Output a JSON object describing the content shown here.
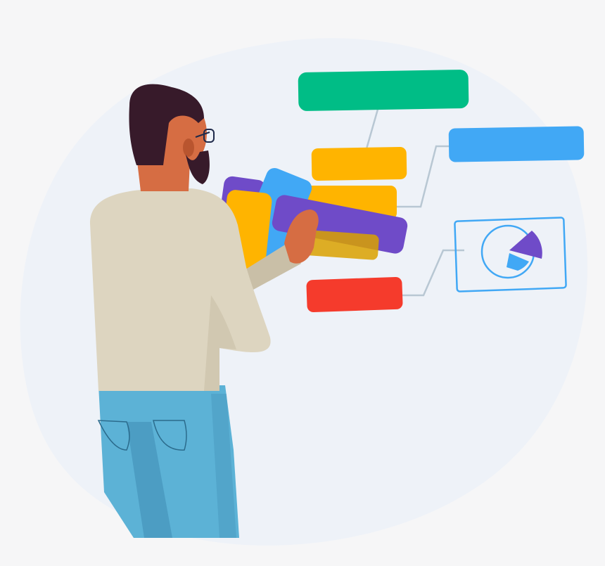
{
  "colors": {
    "page_background": "#f6f6f7",
    "blob": "#eef2f8",
    "connector": "#b8c7d3",
    "card_green": "#00bd86",
    "card_blue": "#41a8f5",
    "card_yellow": "#ffb400",
    "card_purple": "#6f4bc8",
    "card_red": "#f53b2c",
    "chart_outline": "#41a8f5",
    "pie_slice_main": "#6f4bc8",
    "pie_slice_secondary": "#41a8f5",
    "hair": "#371a2a",
    "skin": "#d66d43",
    "sweater": "#ddd5c0",
    "sweater_shadow": "#c9bfa7",
    "jeans": "#5cb2d6",
    "jeans_shadow": "#3f8db5",
    "glasses": "#1f2a4a"
  },
  "icons": [
    "pie-chart-icon"
  ],
  "illustration": {
    "subject": "person-sorting-colored-cards",
    "cards": [
      "green",
      "blue",
      "yellow",
      "yellow",
      "purple",
      "red"
    ],
    "pie_chart": {
      "slices": 2
    }
  }
}
